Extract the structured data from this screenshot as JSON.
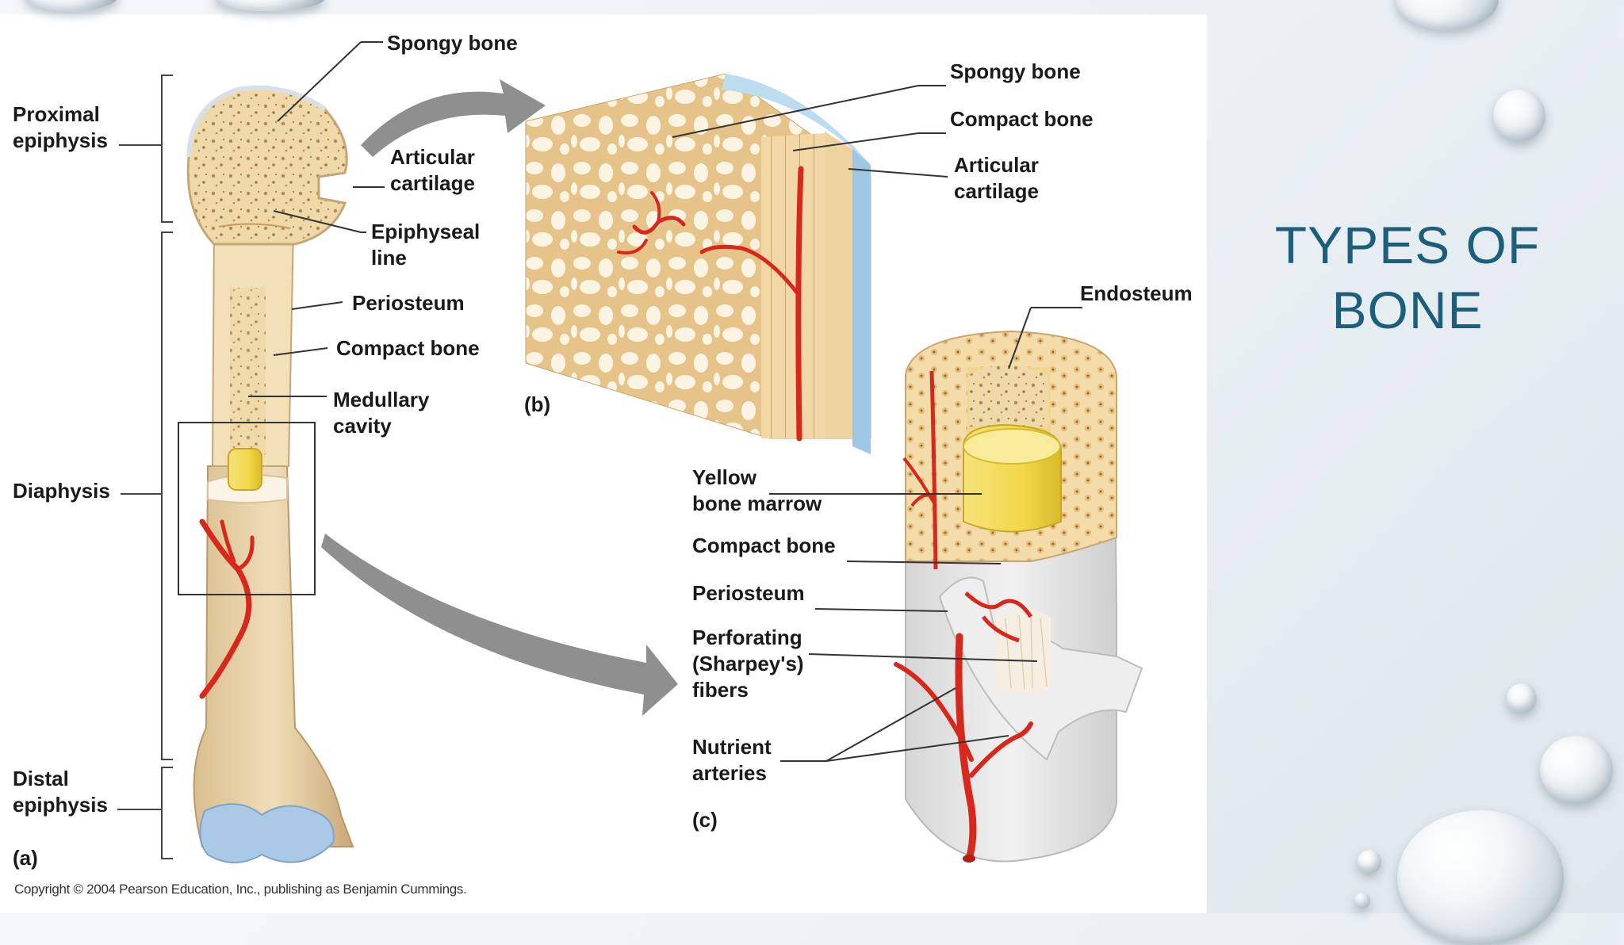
{
  "slide": {
    "title": "TYPES OF BONE"
  },
  "figure": {
    "copyright": "Copyright © 2004 Pearson Education, Inc., publishing as Benjamin Cummings.",
    "panels": {
      "a": "(a)",
      "b": "(b)",
      "c": "(c)"
    },
    "labels_a": {
      "proximal_epiphysis": "Proximal\nepiphysis",
      "diaphysis": "Diaphysis",
      "distal_epiphysis": "Distal\nepiphysis",
      "spongy_bone": "Spongy bone",
      "articular_cartilage": "Articular\ncartilage",
      "epiphyseal_line": "Epiphyseal\nline",
      "periosteum": "Periosteum",
      "compact_bone": "Compact bone",
      "medullary_cavity": "Medullary\ncavity"
    },
    "labels_b": {
      "spongy_bone": "Spongy bone",
      "compact_bone": "Compact bone",
      "articular_cartilage": "Articular\ncartilage"
    },
    "labels_c": {
      "endosteum": "Endosteum",
      "yellow_bone_marrow": "Yellow\nbone marrow",
      "compact_bone": "Compact bone",
      "periosteum": "Periosteum",
      "perforating_fibers": "Perforating\n(Sharpey's)\nfibers",
      "nutrient_arteries": "Nutrient\narteries"
    }
  },
  "colors": {
    "bone": "#ecd3a0",
    "bone_shade": "#d4b47c",
    "marrow": "#f2dc55",
    "artery": "#d8281e",
    "cartilage": "#9fc4e0",
    "arrow": "#8f8f8f",
    "title": "#1d5f7a"
  }
}
